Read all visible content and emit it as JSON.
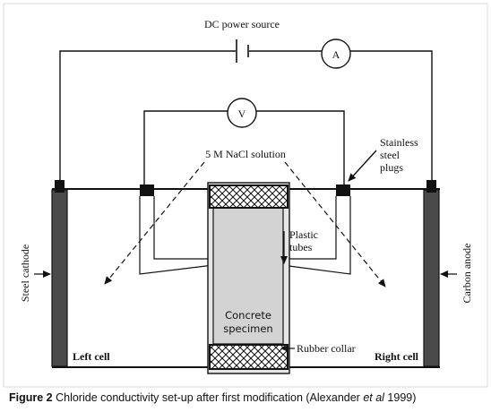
{
  "labels": {
    "power_source": "DC power source",
    "ammeter": "A",
    "voltmeter": "V",
    "solution": "5 M NaCl solution",
    "plugs_line1": "Stainless",
    "plugs_line2": "steel",
    "plugs_line3": "plugs",
    "tubes_line1": "Plastic",
    "tubes_line2": "tubes",
    "specimen_line1": "Concrete",
    "specimen_line2": "specimen",
    "collar": "Rubber collar",
    "cathode": "Steel cathode",
    "anode": "Carbon anode",
    "left_cell": "Left cell",
    "right_cell": "Right cell"
  },
  "caption": {
    "lead": "Figure 2",
    "text_before": " Chloride conductivity set-up after first modification (Alexander ",
    "italic": "et al",
    "text_after": " 1999)"
  },
  "colors": {
    "electrode": "#4a4a4a",
    "specimen": "#d3d3d3",
    "frame": "#e6e6e6"
  }
}
